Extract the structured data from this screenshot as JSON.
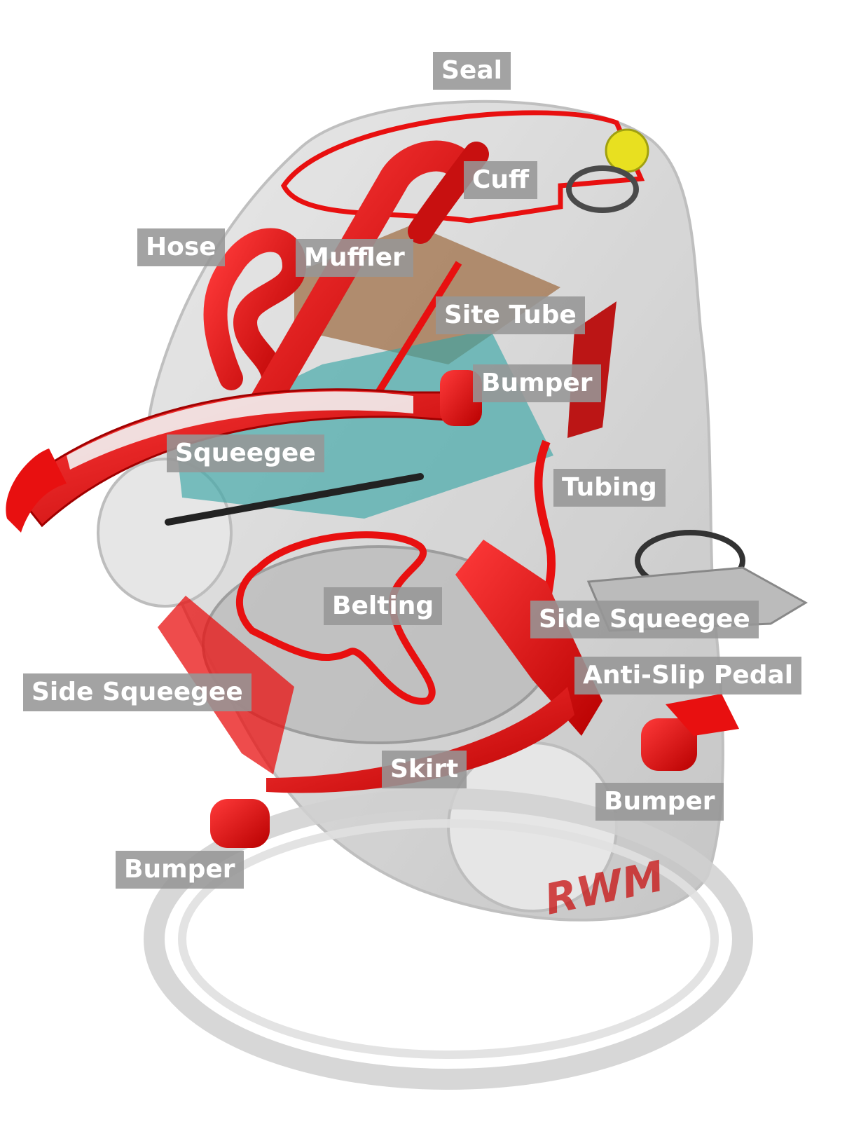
{
  "diagram": {
    "brand_mark": "RWM",
    "colors": {
      "part_red": "#e81010",
      "body_grey": "#c8c8c8",
      "label_bg": "#969696",
      "label_text": "#ffffff",
      "accent_yellow": "#e8e020",
      "accent_teal": "#3aa6a6",
      "accent_brown": "#a07048"
    },
    "labels": {
      "seal": "Seal",
      "cuff": "Cuff",
      "hose": "Hose",
      "muffler": "Muffler",
      "site_tube": "Site Tube",
      "bumper_upper": "Bumper",
      "squeegee": "Squeegee",
      "tubing": "Tubing",
      "belting": "Belting",
      "side_squeegee_right": "Side Squeegee",
      "anti_slip_pedal": "Anti-Slip Pedal",
      "side_squeegee_left": "Side Squeegee",
      "skirt": "Skirt",
      "bumper_right": "Bumper",
      "bumper_left": "Bumper"
    }
  }
}
